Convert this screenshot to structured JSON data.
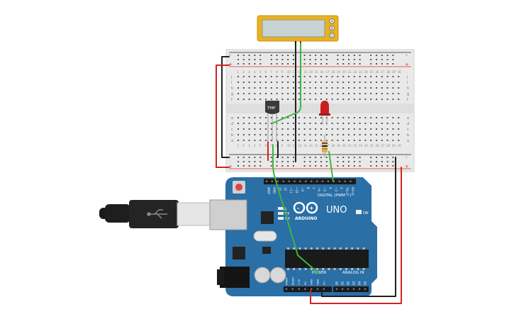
{
  "colors": {
    "board": "#2a6fa6",
    "board_dark": "#1f5a8a",
    "breadboard": "#e9e9e9",
    "rail_red": "#e03030",
    "rail_black": "#222222",
    "wire_green": "#3fb53f",
    "wire_red": "#d22222",
    "wire_black": "#202020",
    "lcd_frame": "#e8b220",
    "lcd_screen": "#c9d2d2",
    "led": "#c82020"
  },
  "lcd": {
    "buttons": [
      "A",
      "B",
      "C"
    ]
  },
  "breadboard": {
    "rail_plus": "+",
    "rail_minus": "-",
    "row_letters_top": [
      "j",
      "i",
      "h",
      "g",
      "f"
    ],
    "row_letters_bottom": [
      "e",
      "d",
      "c",
      "b",
      "a"
    ],
    "columns": [
      "1",
      "2",
      "3",
      "4",
      "5",
      "6",
      "7",
      "8",
      "9",
      "10",
      "11",
      "12",
      "13",
      "14",
      "15",
      "16",
      "17",
      "18",
      "19",
      "20",
      "21",
      "22",
      "23",
      "24",
      "25",
      "26",
      "27",
      "28",
      "29",
      "30"
    ]
  },
  "sensor": {
    "label": "TMP"
  },
  "arduino": {
    "model": "UNO",
    "brand": "ARDUINO",
    "on_label": "ON",
    "digital_label": "DIGITAL (PWM ~)",
    "power_label": "POWER",
    "analog_label": "ANALOG IN",
    "tx_label": "TX",
    "rx_label": "RX",
    "l_label": "L",
    "digital_pins": [
      "AREF",
      "GND",
      "13",
      "12",
      "~11",
      "~10",
      "~9",
      "8",
      "7",
      "~6",
      "~5",
      "4",
      "~3",
      "2",
      "TX>1",
      "RX<0"
    ],
    "power_pins": [
      "IOREF",
      "RESET",
      "3.3V",
      "5V",
      "GND",
      "GND",
      "Vin"
    ],
    "analog_pins": [
      "A0",
      "A1",
      "A2",
      "A3",
      "A4",
      "A5"
    ]
  }
}
